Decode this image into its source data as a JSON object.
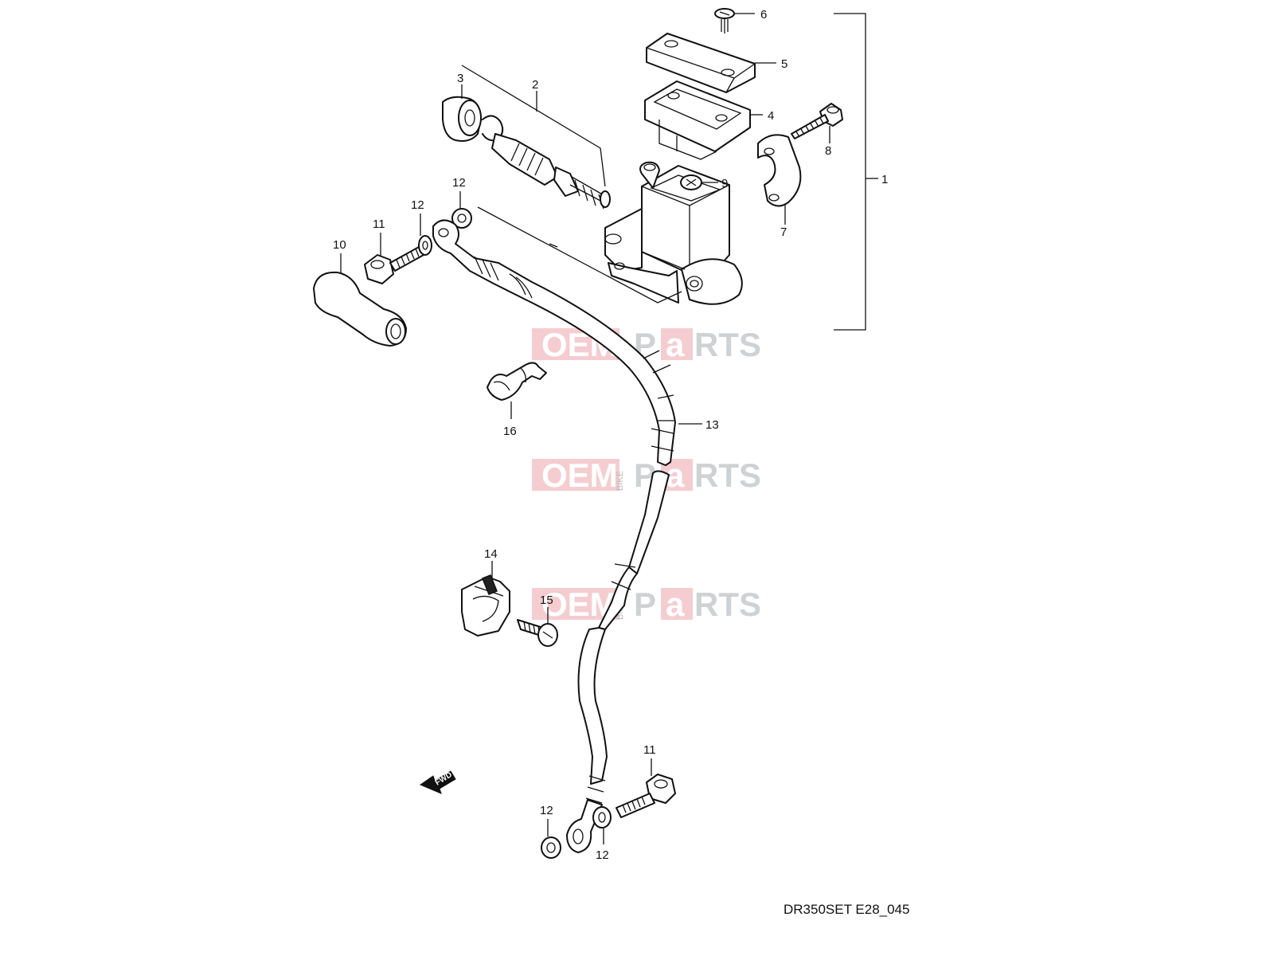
{
  "diagram": {
    "code": "DR350SET E28_045",
    "watermark": {
      "left": "OEM",
      "vertical": "BIKE",
      "right_a": "P",
      "right_b": "a",
      "right_c": "RTS"
    },
    "fwd_label": "FWD",
    "callouts": {
      "c1": "1",
      "c2": "2",
      "c3": "3",
      "c4": "4",
      "c5": "5",
      "c6": "6",
      "c7": "7",
      "c8": "8",
      "c9": "9",
      "c10": "10",
      "c11a": "11",
      "c11b": "11",
      "c12a": "12",
      "c12b": "12",
      "c12c": "12",
      "c12d": "12",
      "c13": "13",
      "c14": "14",
      "c15": "15",
      "c16": "16"
    }
  }
}
